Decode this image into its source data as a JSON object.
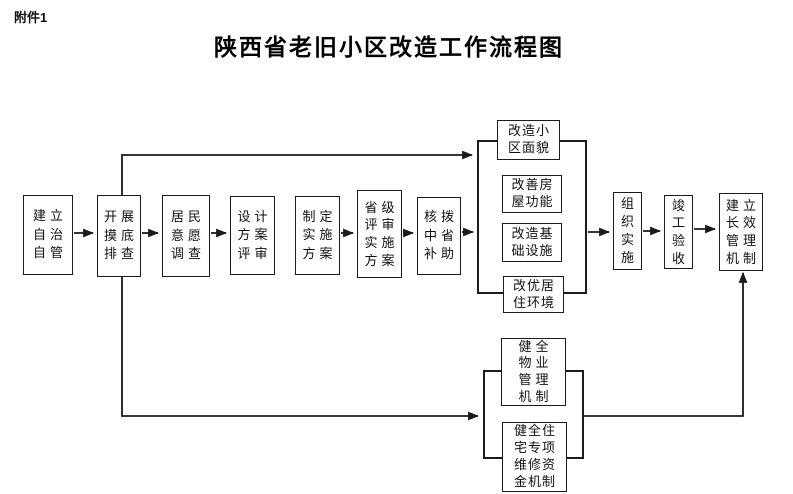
{
  "page": {
    "attachment_label": "附件1",
    "title": "陕西省老旧小区改造工作流程图",
    "colors": {
      "ink": "#1a1a1a",
      "background": "#ffffff"
    }
  },
  "flow": {
    "main_steps": [
      {
        "id": "establish-self-governance",
        "label": "建立\n自治\n自管"
      },
      {
        "id": "baseline-investigation",
        "label": "开展\n摸底\n排查"
      },
      {
        "id": "resident-will-survey",
        "label": "居民\n意愿\n调查"
      },
      {
        "id": "design-scheme-review",
        "label": "设计\n方案\n评审"
      },
      {
        "id": "make-implementation-plan",
        "label": "制定\n实施\n方案"
      },
      {
        "id": "provincial-plan-review",
        "label": "省级\n评审\n实施\n方案"
      },
      {
        "id": "allocate-subsidy",
        "label": "核拨\n中省\n补助"
      },
      {
        "id": "organize-implementation",
        "label": "组\n织\n实\n施"
      },
      {
        "id": "completion-acceptance",
        "label": "竣\n工\n验\n收"
      },
      {
        "id": "long-term-management",
        "label": "建立\n长效\n管理\n机制"
      }
    ],
    "renovation_group": {
      "items": [
        {
          "id": "renovate-community-appearance",
          "label": "改造小\n区面貌"
        },
        {
          "id": "improve-housing-function",
          "label": "改善房\n屋功能"
        },
        {
          "id": "renovate-infrastructure",
          "label": "改造基\n础设施"
        },
        {
          "id": "improve-living-environment",
          "label": "改优居\n住环境"
        }
      ]
    },
    "mechanism_group": {
      "items": [
        {
          "id": "property-management-mechanism",
          "label": "健全\n物业\n管理\n机制"
        },
        {
          "id": "maintenance-fund-mechanism",
          "label": "健全住\n宅专项\n维修资\n金机制"
        }
      ]
    }
  }
}
